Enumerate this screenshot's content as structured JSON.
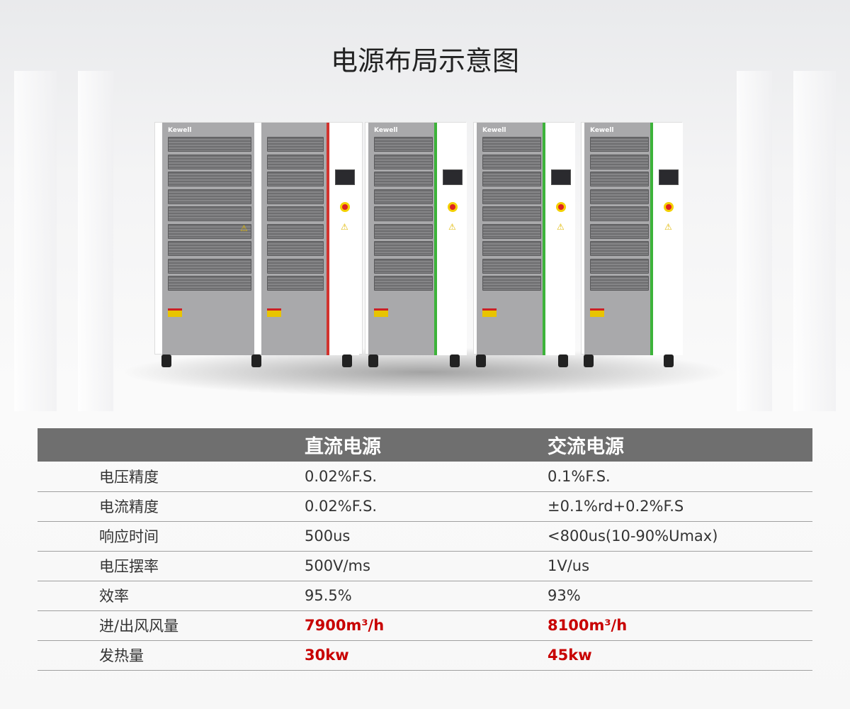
{
  "title": "电源布局示意图",
  "logo": "Kewell",
  "colors": {
    "dc_stripe": "#d2332e",
    "ac_stripe": "#3db33a",
    "highlight": "#c80000",
    "header_bg": "#6f6f6f"
  },
  "table": {
    "headers": [
      "",
      "直流电源",
      "交流电源"
    ],
    "rows": [
      {
        "label": "电压精度",
        "dc": "0.02%F.S.",
        "ac": "0.1%F.S.",
        "highlight": false
      },
      {
        "label": "电流精度",
        "dc": "0.02%F.S.",
        "ac": "±0.1%rd+0.2%F.S",
        "highlight": false
      },
      {
        "label": "响应时间",
        "dc": "500us",
        "ac": "<800us(10-90%Umax)",
        "highlight": false
      },
      {
        "label": "电压摆率",
        "dc": "500V/ms",
        "ac": "1V/us",
        "highlight": false
      },
      {
        "label": "效率",
        "dc": "95.5%",
        "ac": "93%",
        "highlight": false
      },
      {
        "label": "进/出风风量",
        "dc": "7900m³/h",
        "ac": "8100m³/h",
        "highlight": true
      },
      {
        "label": "发热量",
        "dc": "30kw",
        "ac": "45kw",
        "highlight": true
      }
    ]
  }
}
